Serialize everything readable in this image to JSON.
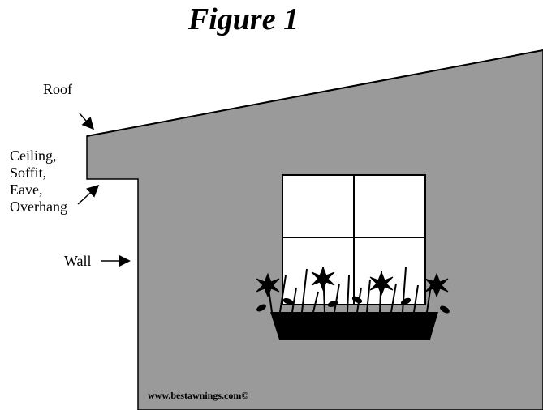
{
  "figure": {
    "title": "Figure 1"
  },
  "labels": {
    "roof": "Roof",
    "ceiling": [
      "Ceiling,",
      "Soffit,",
      "Eave,",
      "Overhang"
    ],
    "wall": "Wall"
  },
  "watermark": "www.bestawnings.com©",
  "colors": {
    "wall": "#9a9a9a",
    "window": "#ffffff",
    "planter": "#000000"
  }
}
